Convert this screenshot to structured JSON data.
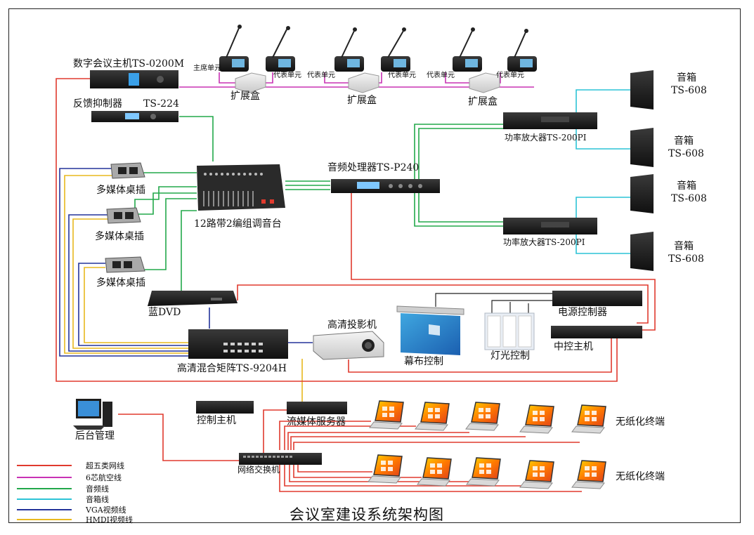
{
  "title": "会议室建设系统架构图",
  "colors": {
    "cat5": "#e03a2e",
    "aviation6": "#c832b4",
    "audio": "#22a84a",
    "speaker": "#2cc3d6",
    "vga": "#23339a",
    "hdmi": "#e8b81e"
  },
  "devices": {
    "host": "数字会议主机TS-0200M",
    "feedback": "反馈抑制器",
    "feedback_model": "TS-224",
    "chair_unit": "主席单元",
    "delegate_unit": "代表单元",
    "expansion_box": "扩展盒",
    "amp": "功率放大器TS-200PI",
    "speaker_name": "音箱",
    "speaker_model": "TS-608",
    "processor": "音频处理器TS-P240",
    "mixer": "12路带2编组调音台",
    "desk_socket": "多媒体桌插",
    "dvd": "蓝DVD",
    "projector": "高清投影机",
    "screen_ctrl": "幕布控制",
    "light_ctrl": "灯光控制",
    "power_ctrl": "电源控制器",
    "central_ctrl": "中控主机",
    "matrix": "高清混合矩阵TS-9204H",
    "control_host": "控制主机",
    "media_server": "流媒体服务器",
    "backend": "后台管理",
    "switch": "网络交换机",
    "paperless": "无纸化终端"
  },
  "legend": [
    {
      "label": "超五类网线",
      "color": "#e03a2e"
    },
    {
      "label": "6芯航空线",
      "color": "#c832b4"
    },
    {
      "label": "音频线",
      "color": "#22a84a"
    },
    {
      "label": "音箱线",
      "color": "#2cc3d6"
    },
    {
      "label": "VGA视频线",
      "color": "#23339a"
    },
    {
      "label": "HMDI视频线",
      "color": "#e8b81e"
    }
  ]
}
